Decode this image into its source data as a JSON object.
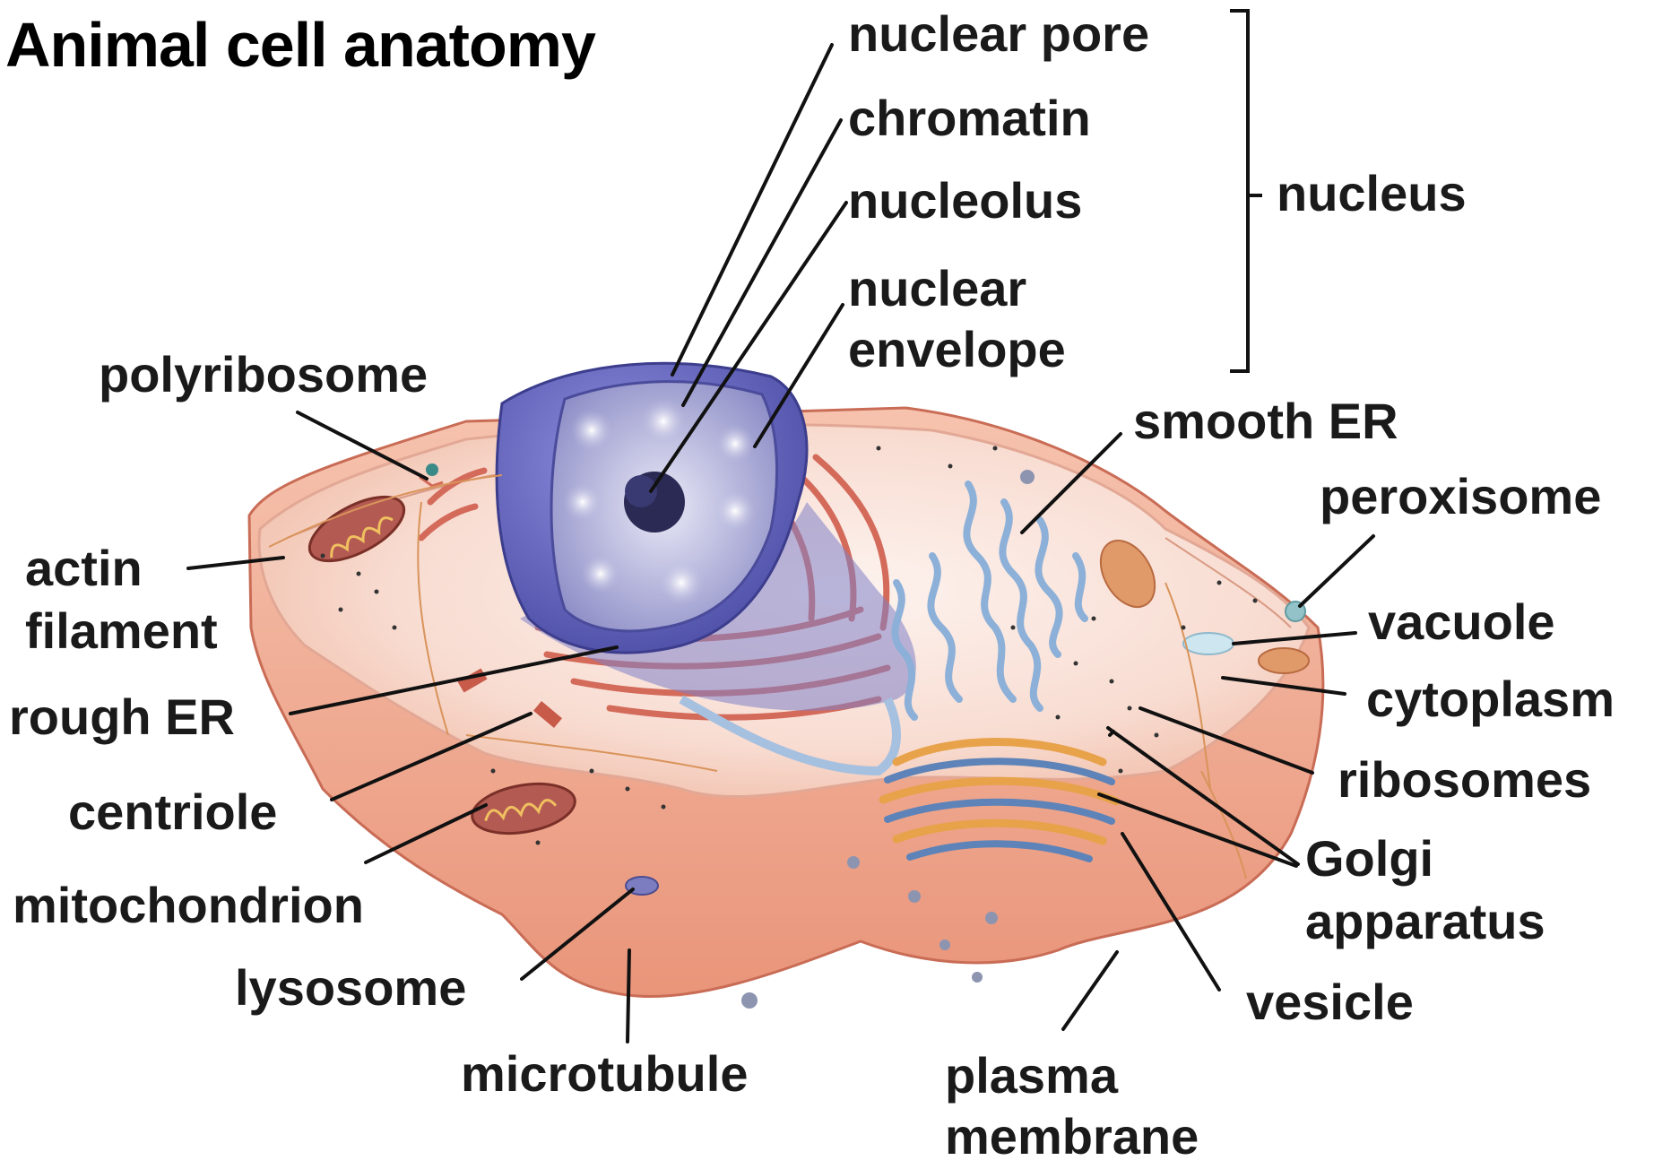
{
  "title": "Animal cell anatomy",
  "labels": {
    "nuclear_pore": "nuclear pore",
    "chromatin": "chromatin",
    "nucleolus": "nucleolus",
    "nuclear_envelope_1": "nuclear",
    "nuclear_envelope_2": "envelope",
    "nucleus": "nucleus",
    "polyribosome": "polyribosome",
    "smooth_er": "smooth ER",
    "peroxisome": "peroxisome",
    "actin_filament_1": "actin",
    "actin_filament_2": "filament",
    "vacuole": "vacuole",
    "cytoplasm": "cytoplasm",
    "rough_er": "rough ER",
    "ribosomes": "ribosomes",
    "centriole": "centriole",
    "golgi_1": "Golgi",
    "golgi_2": "apparatus",
    "mitochondrion": "mitochondrion",
    "lysosome": "lysosome",
    "vesicle": "vesicle",
    "microtubule": "microtubule",
    "plasma_membrane_1": "plasma",
    "plasma_membrane_2": "membrane"
  },
  "colors": {
    "membrane": "#f4b49a",
    "cytoplasm": "#fbe6de",
    "nucleus": "#6b6cc4",
    "nucleus_inner": "#a9a9d8",
    "rough_er": "#d36a5a",
    "smooth_er": "#8cb0d8",
    "golgi": "#e7a24a",
    "mitochondrion": "#b35a52"
  }
}
